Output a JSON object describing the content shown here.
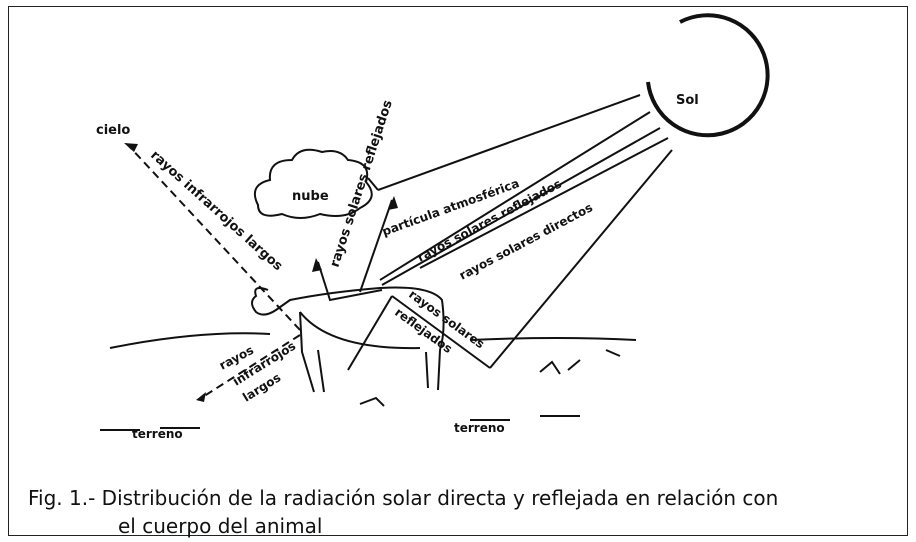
{
  "labels": {
    "sol": "Sol",
    "cielo": "cielo",
    "nube": "nube",
    "rayos_infrarrojos_largos_top": "rayos infrarrojos largos",
    "rayos_solares_reflejados_top": "rayos solares reflejados",
    "particula_atmosferica": "partícula atmosférica",
    "rayos_solares_reflejados_mid": "rayos solares reflejados",
    "rayos_solares_directos": "rayos solares directos",
    "rayos_solares_reflejados_ground_1": "rayos solares",
    "rayos_solares_reflejados_ground_2": "reflejados",
    "rayos_infrarrojos_ground_1": "rayos",
    "rayos_infrarrojos_ground_2": "infrarrojos",
    "rayos_infrarrojos_ground_3": "largos",
    "terreno_left": "terreno",
    "terreno_right": "terreno"
  },
  "caption": {
    "line1": "Fig. 1.- Distribución de la radiación solar directa y reflejada en relación con",
    "line2": "el cuerpo del animal"
  }
}
